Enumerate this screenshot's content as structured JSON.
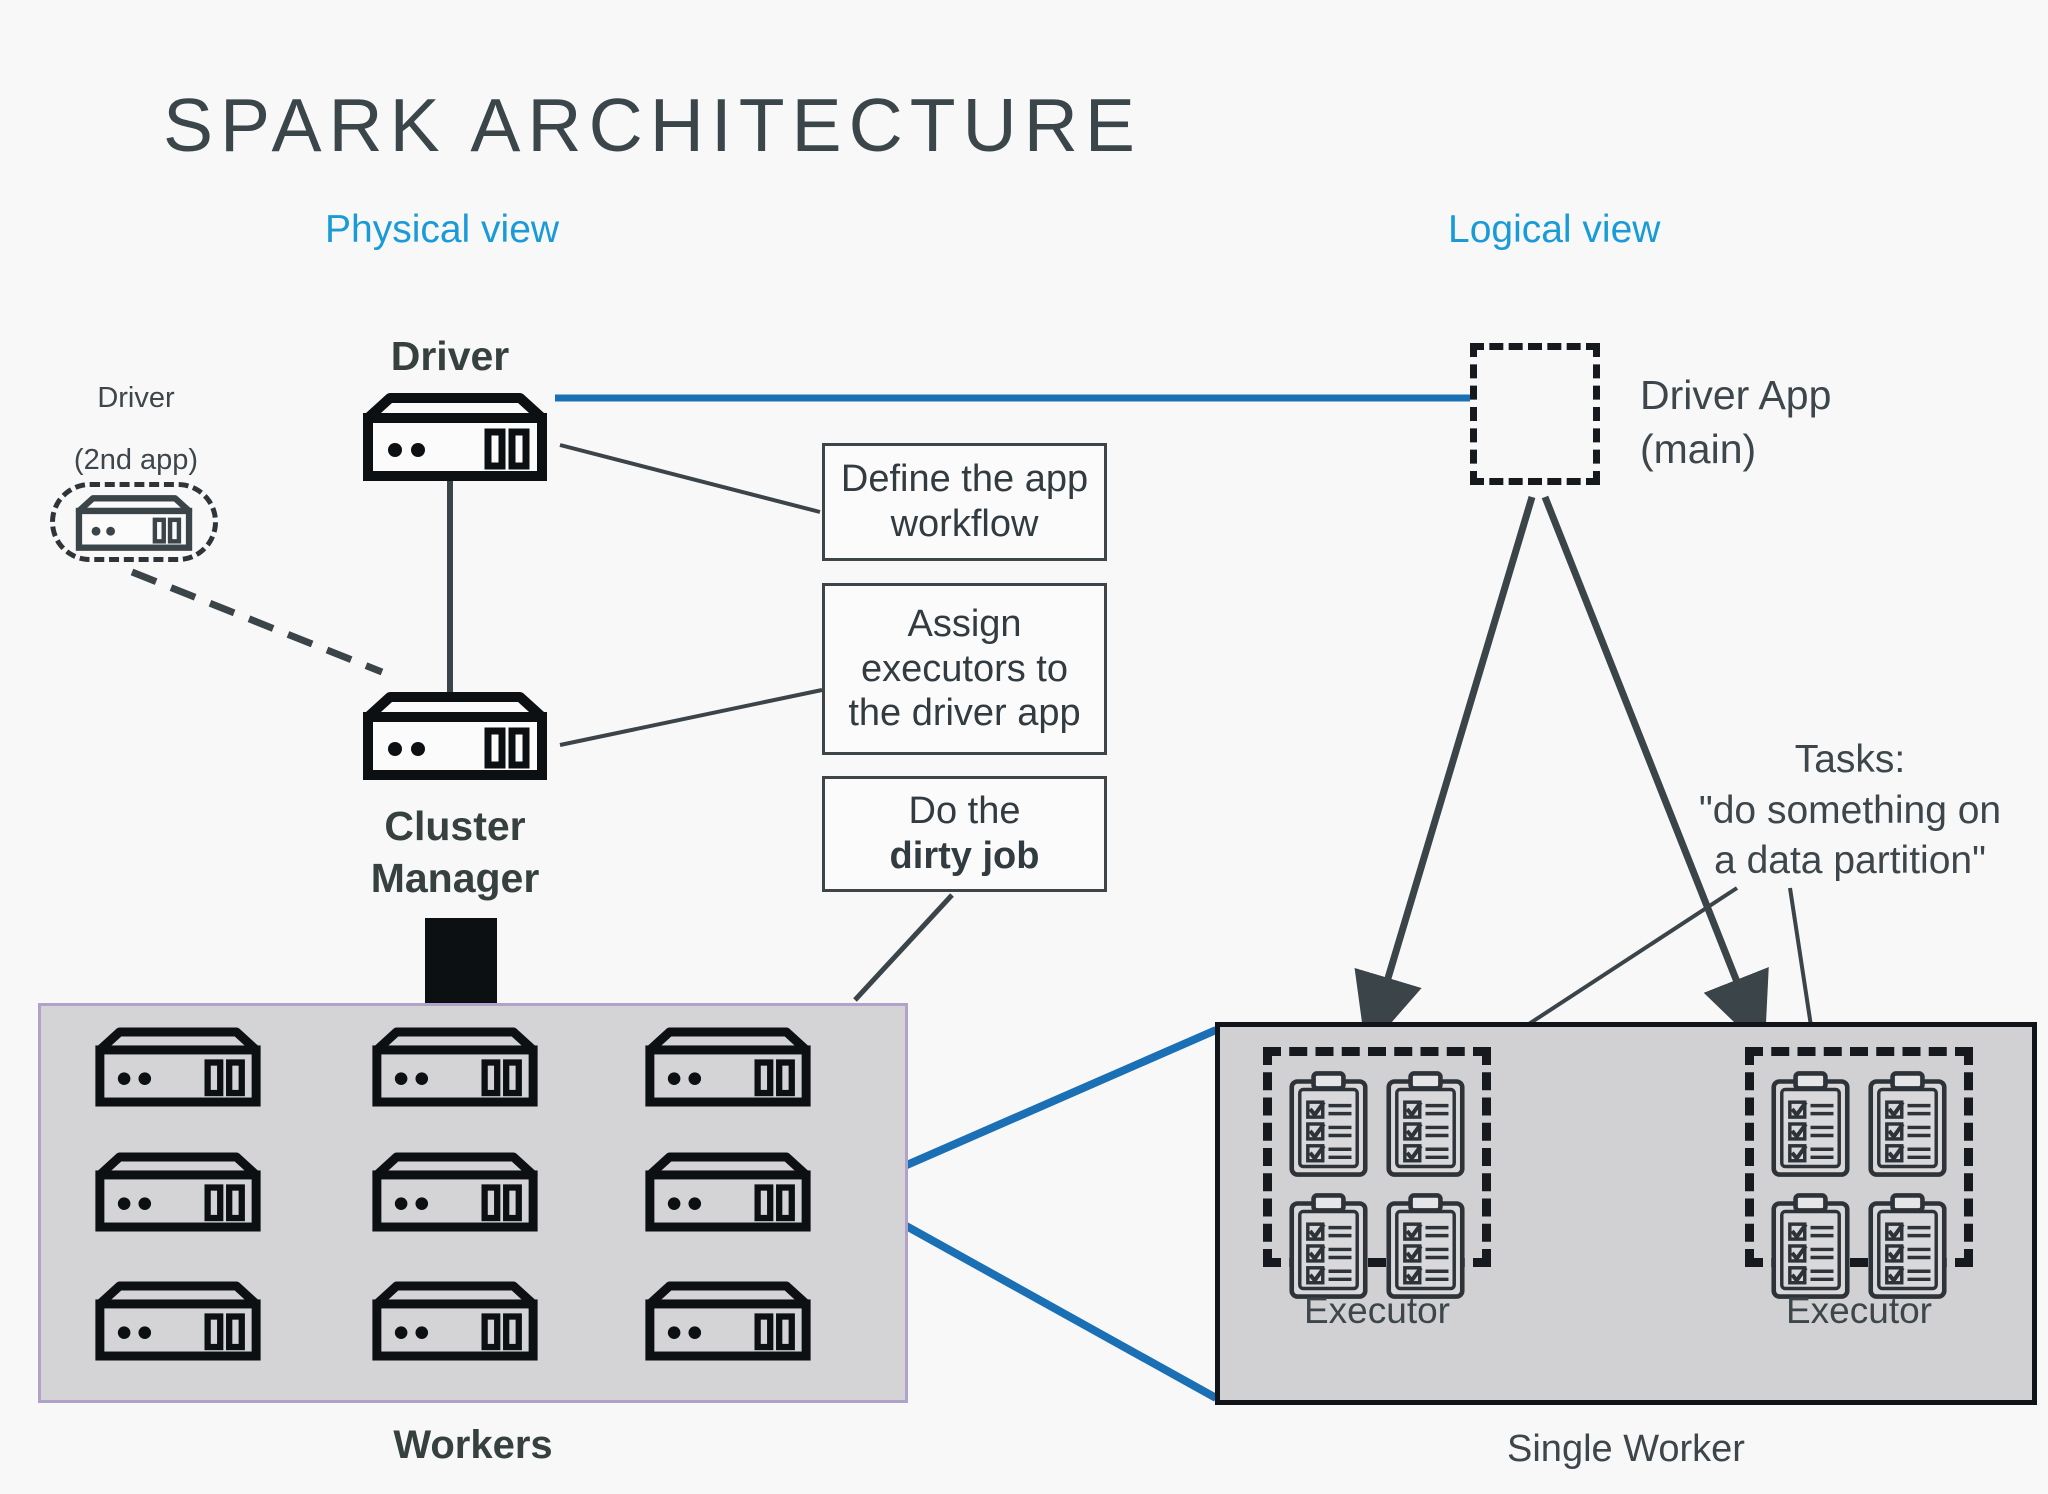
{
  "title": "SPARK ARCHITECTURE",
  "colors": {
    "background": "#f8f8f9",
    "accent_cyan": "#1a9bd7",
    "accent_blue": "#1a6fb5",
    "ink": "#343d41",
    "workers_panel_fill": "#d4d4d6",
    "workers_panel_border": "#b0a2c9",
    "worker_panel_fill": "#d1d1d3",
    "worker_panel_border": "#111418"
  },
  "physical": {
    "view_label": "Physical view",
    "driver_label": "Driver",
    "second_driver_label_line1": "Driver",
    "second_driver_label_line2": "(2nd app)",
    "cluster_manager_label_line1": "Cluster",
    "cluster_manager_label_line2": "Manager",
    "workers_label": "Workers",
    "worker_count": 9,
    "server_icon_name": "server-rack-icon"
  },
  "callouts": [
    {
      "id": "define-workflow",
      "line1": "Define the app",
      "line2": "workflow"
    },
    {
      "id": "assign-executors",
      "line1": "Assign",
      "line2": "executors to",
      "line3": "the driver app"
    },
    {
      "id": "dirty-job",
      "line1": "Do the",
      "line2_bold": "dirty job"
    }
  ],
  "logical": {
    "view_label": "Logical view",
    "driver_app_label_line1": "Driver App",
    "driver_app_label_line2": "(main)",
    "tasks_label_line1": "Tasks:",
    "tasks_label_line2": "\"do something on",
    "tasks_label_line3": "a data partition\"",
    "single_worker_label": "Single Worker",
    "executors": [
      {
        "label": "Executor",
        "task_count": 4
      },
      {
        "label": "Executor",
        "task_count": 4
      }
    ],
    "ellipsis_icon": "dashed-ellipsis-icon",
    "task_icon_name": "clipboard-checklist-icon"
  }
}
